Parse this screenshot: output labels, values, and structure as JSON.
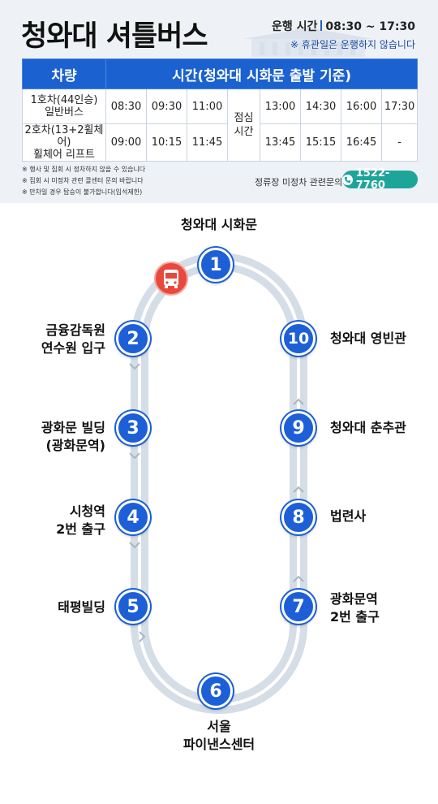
{
  "header": {
    "title": "청와대 셔틀버스",
    "hours_label": "운행 시간",
    "hours_value": "08:30 ~ 17:30",
    "holiday_note": "※ 휴관일은 운행하지 않습니다"
  },
  "schedule": {
    "col_vehicle": "차량",
    "col_time": "시간(청와대 시화문 출발 기준)",
    "lunch_line1": "점심",
    "lunch_line2": "시간",
    "rows": [
      {
        "vehicle_line1": "1호차(44인승)",
        "vehicle_line2": "일반버스",
        "times_before": [
          "08:30",
          "09:30",
          "11:00"
        ],
        "times_after": [
          "13:00",
          "14:30",
          "16:00",
          "17:30"
        ]
      },
      {
        "vehicle_line1": "2호차(13+2휠체어)",
        "vehicle_line2": "휠체어 리프트",
        "times_before": [
          "09:00",
          "10:15",
          "11:45"
        ],
        "times_after": [
          "13:45",
          "15:15",
          "16:45",
          "-"
        ]
      }
    ]
  },
  "notes": [
    "※ 행사 및 집회 시 정차하지 않을 수 있습니다",
    "※ 집회 시 미정차 관련 콜센터 문의 바랍니다",
    "※ 만차일 경우 탑승이 불가합니다(입석제한)"
  ],
  "contact": {
    "label": "정류장 미정차 관련문의",
    "phone": "1522-7760"
  },
  "route": {
    "bus_label": "1",
    "stops": [
      {
        "num": "1",
        "line1": "청와대 시화문",
        "line2": ""
      },
      {
        "num": "2",
        "line1": "금융감독원",
        "line2": "연수원 입구"
      },
      {
        "num": "3",
        "line1": "광화문 빌딩",
        "line2": "(광화문역)"
      },
      {
        "num": "4",
        "line1": "시청역",
        "line2": "2번 출구"
      },
      {
        "num": "5",
        "line1": "태평빌딩",
        "line2": ""
      },
      {
        "num": "6",
        "line1": "서울",
        "line2": "파이낸스센터"
      },
      {
        "num": "7",
        "line1": "광화문역",
        "line2": "2번 출구"
      },
      {
        "num": "8",
        "line1": "법련사",
        "line2": ""
      },
      {
        "num": "9",
        "line1": "청와대 춘추관",
        "line2": ""
      },
      {
        "num": "10",
        "line1": "청와대 영빈관",
        "line2": ""
      }
    ]
  },
  "colors": {
    "primary_blue": "#1b62d0",
    "stop_blue": "#1d5fd6",
    "bus_red": "#e8493d",
    "phone_teal": "#1ea59a"
  }
}
